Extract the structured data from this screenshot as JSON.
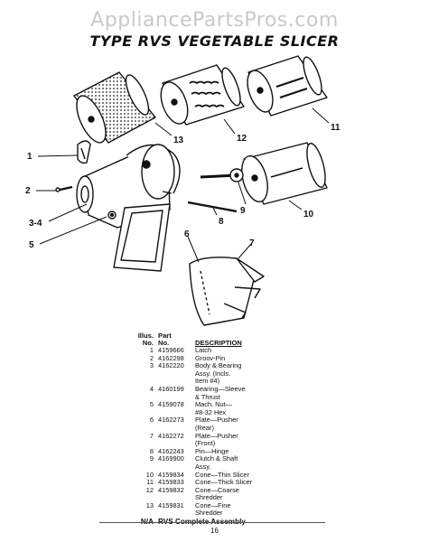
{
  "watermark": "AppliancePartsPros.com",
  "title": "TYPE RVS VEGETABLE SLICER",
  "callouts": [
    "13",
    "12",
    "11",
    "1",
    "2",
    "3-4",
    "5",
    "9",
    "8",
    "10",
    "6",
    "7"
  ],
  "table": {
    "header": {
      "illus_1": "Illus.",
      "illus_2": "No.",
      "part_1": "Part",
      "part_2": "No.",
      "desc": "DESCRIPTION"
    },
    "rows": [
      {
        "no": "1",
        "part": "4159666",
        "desc": [
          "Latch"
        ]
      },
      {
        "no": "2",
        "part": "4162298",
        "desc": [
          "Groov-Pin"
        ]
      },
      {
        "no": "3",
        "part": "4162220",
        "desc": [
          "Body & Bearing",
          "Assy. (Incls.",
          "Item #4)"
        ]
      },
      {
        "no": "4",
        "part": "4160199",
        "desc": [
          "Bearing—Sleeve",
          "& Thrust"
        ]
      },
      {
        "no": "5",
        "part": "4159078",
        "desc": [
          "Mach. Nut—",
          "#8-32 Hex"
        ]
      },
      {
        "no": "6",
        "part": "4162273",
        "desc": [
          "Plate—Pusher",
          "(Rear)"
        ]
      },
      {
        "no": "7",
        "part": "4162272",
        "desc": [
          "Plate—Pusher",
          "(Front)"
        ]
      },
      {
        "no": "8",
        "part": "4162243",
        "desc": [
          "Pin—Hinge"
        ]
      },
      {
        "no": "9",
        "part": "4169900",
        "desc": [
          "Clutch & Shaft",
          "Assy."
        ]
      },
      {
        "no": "10",
        "part": "4159834",
        "desc": [
          "Cone—Thin Slicer"
        ]
      },
      {
        "no": "11",
        "part": "4159833",
        "desc": [
          "Cone—Thick Slicer"
        ]
      },
      {
        "no": "12",
        "part": "4159832",
        "desc": [
          "Cone—Coarse",
          "Shredder"
        ]
      },
      {
        "no": "13",
        "part": "4159831",
        "desc": [
          "Cone—Fine",
          "Shredder"
        ]
      }
    ],
    "na_row": {
      "no": "N/A",
      "desc": "RVS Complete Assembly"
    }
  },
  "page_number": "16"
}
